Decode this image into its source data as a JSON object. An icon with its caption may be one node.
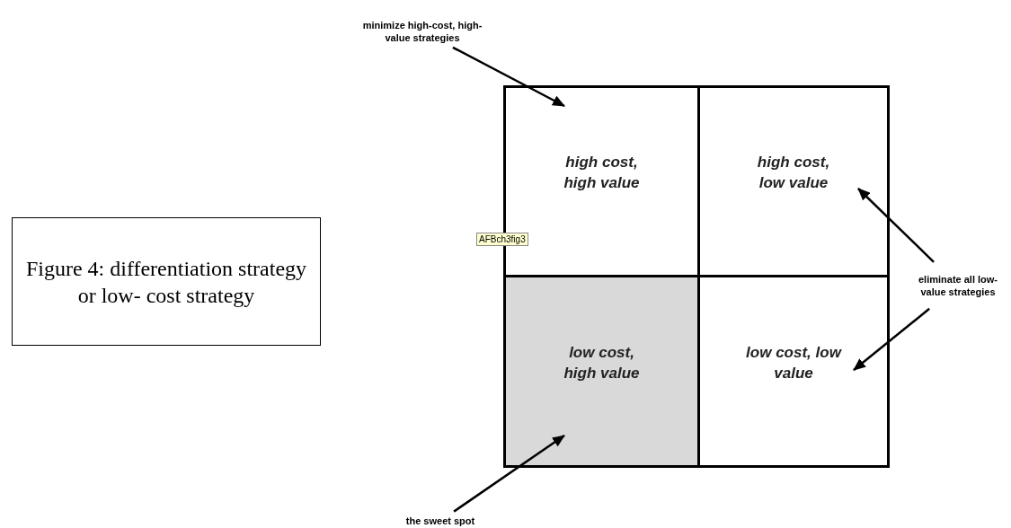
{
  "diagram": {
    "nodes": [
      {
        "text": [
          "Figure 4: differentiation strategy or low- cost strategy"
        ]
      },
      {
        "text": [
          "high cost, high value"
        ]
      },
      {
        "text": [
          "high cost, low value"
        ]
      },
      {
        "text": [
          "low cost, high value"
        ]
      },
      {
        "text": [
          "low cost, low value"
        ]
      },
      {
        "text": [
          "minimize high-cost, high-value strategies"
        ]
      },
      {
        "text": [
          "eliminate all low-value strategies"
        ]
      },
      {
        "text": [
          "the sweet spot"
        ]
      }
    ],
    "edges": [
      {
        "from": 5,
        "to": 1,
        "arrow": "to"
      },
      {
        "from": 6,
        "to": 2,
        "arrow": "to"
      },
      {
        "from": 6,
        "to": 4,
        "arrow": "to"
      },
      {
        "from": 7,
        "to": 3,
        "arrow": "to"
      }
    ],
    "labels": [
      "AFBch3fig3"
    ]
  }
}
